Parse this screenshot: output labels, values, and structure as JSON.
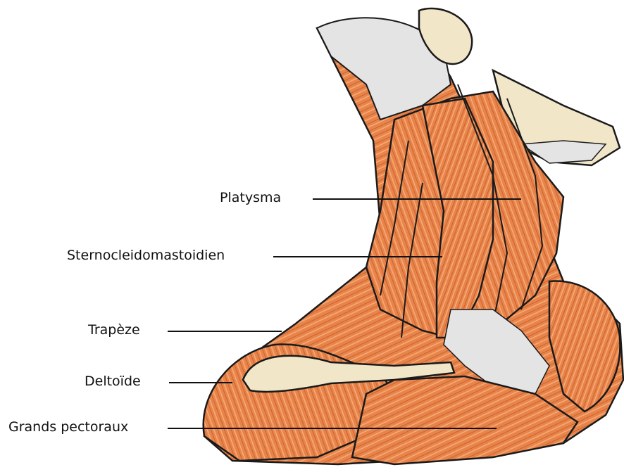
{
  "diagram": {
    "labels": {
      "platysma": "Platysma",
      "sternocleidomastoidien": "Sternocleidomastoidien",
      "trapeze": "Trapèze",
      "deltoide": "Deltoïde",
      "grands_pectoraux": "Grands pectoraux"
    },
    "colors": {
      "muscle": "#E8834A",
      "muscle_light": "#F4A66E",
      "muscle_dark": "#B85A2A",
      "bone": "#F1E6C8",
      "tendon": "#E4E4E4",
      "outline": "#1A1A1A"
    }
  }
}
